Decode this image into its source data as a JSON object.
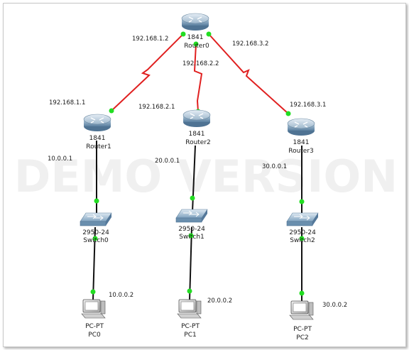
{
  "watermark": "DEMO VERSION",
  "colors": {
    "serial_link": "#e02020",
    "ethernet_link": "#111111",
    "port_dot": "#22dd22",
    "router_body": "#6f94b4",
    "switch_body": "#7fa6c4"
  },
  "devices": {
    "router0": {
      "icon": "router-icon",
      "model": "1841",
      "name": "Router0"
    },
    "router1": {
      "icon": "router-icon",
      "model": "1841",
      "name": "Router1"
    },
    "router2": {
      "icon": "router-icon",
      "model": "1841",
      "name": "Router2"
    },
    "router3": {
      "icon": "router-icon",
      "model": "1841",
      "name": "Router3"
    },
    "switch0": {
      "icon": "switch-icon",
      "model": "2950-24",
      "name": "Switch0"
    },
    "switch1": {
      "icon": "switch-icon",
      "model": "2950-24",
      "name": "Switch1"
    },
    "switch2": {
      "icon": "switch-icon",
      "model": "2950-24",
      "name": "Switch2"
    },
    "pc0": {
      "icon": "pc-icon",
      "model": "PC-PT",
      "name": "PC0"
    },
    "pc1": {
      "icon": "pc-icon",
      "model": "PC-PT",
      "name": "PC1"
    },
    "pc2": {
      "icon": "pc-icon",
      "model": "PC-PT",
      "name": "PC2"
    }
  },
  "links": [
    {
      "from": "router0",
      "to": "router1",
      "type": "serial",
      "from_ip": "192.168.1.2",
      "to_ip": "192.168.1.1"
    },
    {
      "from": "router0",
      "to": "router2",
      "type": "serial",
      "from_ip": "192.168.2.2",
      "to_ip": "192.168.2.1"
    },
    {
      "from": "router0",
      "to": "router3",
      "type": "serial",
      "from_ip": "192.168.3.2",
      "to_ip": "192.168.3.1"
    },
    {
      "from": "router1",
      "to": "switch0",
      "type": "ethernet",
      "from_ip": "10.0.0.1"
    },
    {
      "from": "router2",
      "to": "switch1",
      "type": "ethernet",
      "from_ip": "20.0.0.1"
    },
    {
      "from": "router3",
      "to": "switch2",
      "type": "ethernet",
      "from_ip": "30.0.0.1"
    },
    {
      "from": "switch0",
      "to": "pc0",
      "type": "ethernet",
      "to_ip": "10.0.0.2"
    },
    {
      "from": "switch1",
      "to": "pc1",
      "type": "ethernet",
      "to_ip": "20.0.0.2"
    },
    {
      "from": "switch2",
      "to": "pc2",
      "type": "ethernet",
      "to_ip": "30.0.0.2"
    }
  ]
}
